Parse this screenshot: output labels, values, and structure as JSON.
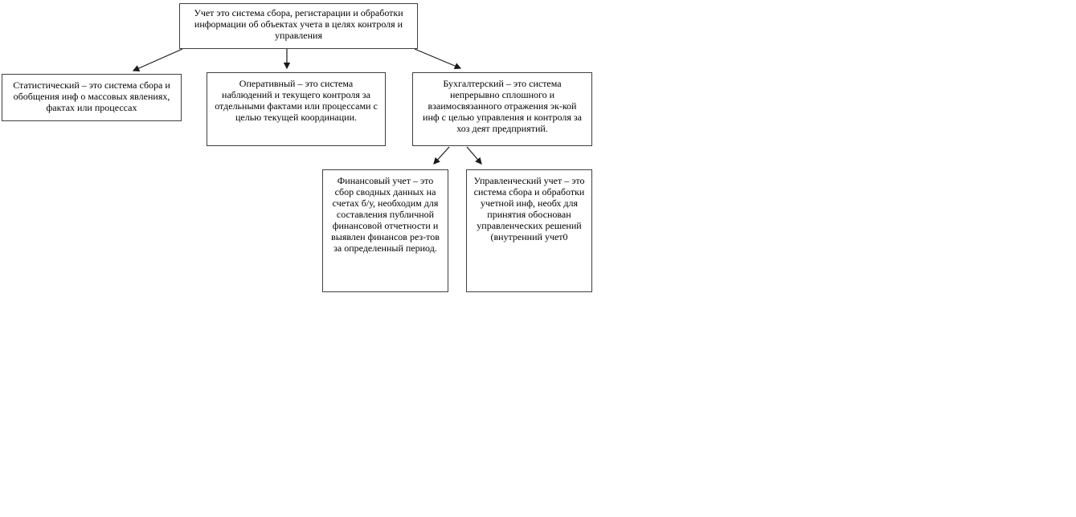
{
  "diagram": {
    "colors": {
      "background": "#ffffff",
      "box_border": "#3f3f3f",
      "text": "#000000",
      "arrow": "#1a1a1a"
    },
    "nodes": {
      "root": {
        "text": "Учет это система сбора, регистарации и обработки информации об объектах учета в целях контроля и управления"
      },
      "statistical": {
        "text": "Статистический – это система сбора и обобщения инф о массовых явлениях, фактах или процессах"
      },
      "operational": {
        "text": "Оперативный – это система наблюдений и текущего контроля за отдельными фактами или процессами с целью текущей координации."
      },
      "accounting": {
        "text": "Бухгалтерский – это система непрерывно сплошного и взаимосвязанного отражения эк-кой инф с целью управления и контроля за хоз деят предприятий."
      },
      "financial": {
        "text": "Финансовый учет – это сбор сводных данных на счетах б/у, необходим для составления публичной финансовой отчетности и выявлен финансов рез-тов за определенный период."
      },
      "managerial": {
        "text": "Управленческий учет – это система сбора и обработки учетной инф, необх для принятия обоснован управленческих решений (внутренний учет0"
      }
    },
    "edges": [
      {
        "from": "root",
        "to": "statistical"
      },
      {
        "from": "root",
        "to": "operational"
      },
      {
        "from": "root",
        "to": "accounting"
      },
      {
        "from": "accounting",
        "to": "financial"
      },
      {
        "from": "accounting",
        "to": "managerial"
      }
    ]
  }
}
